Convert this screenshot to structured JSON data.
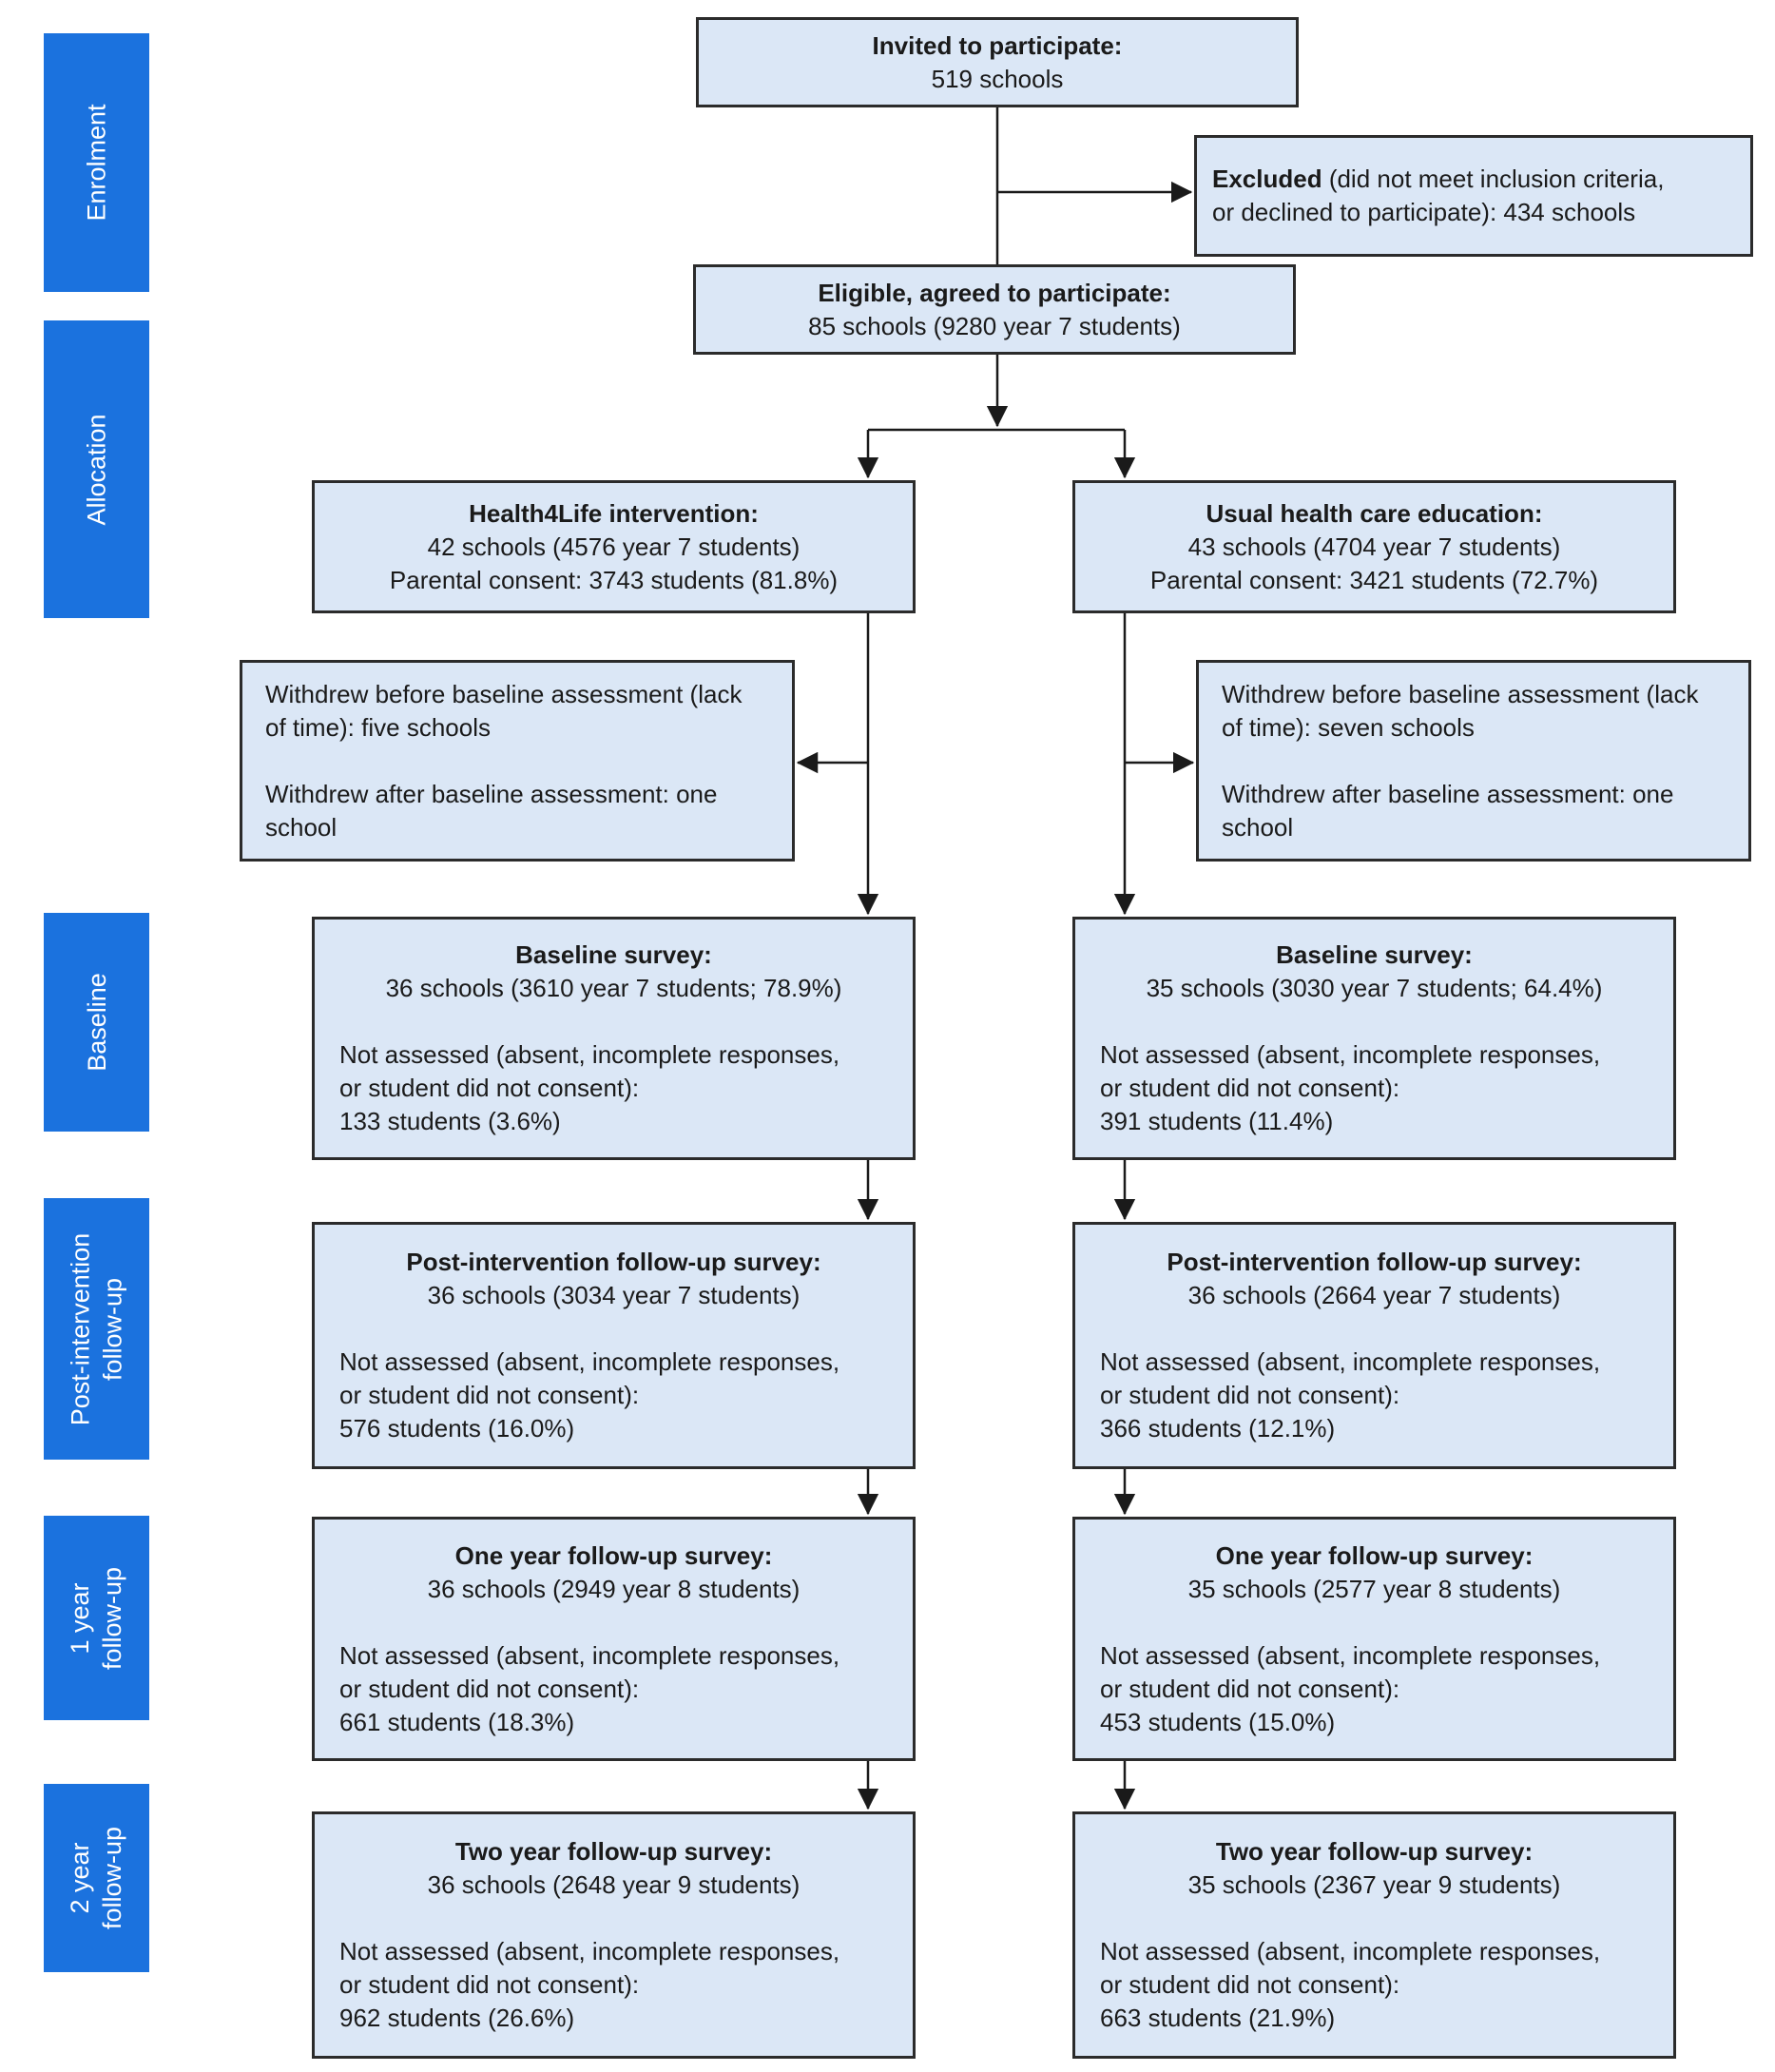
{
  "colors": {
    "rail_blue": "#1b72de",
    "box_fill": "#dbe7f6",
    "box_border": "#2b2b2b",
    "line": "#1a1a1a"
  },
  "rails": [
    {
      "id": "enrolment",
      "lines": [
        "Enrolment"
      ]
    },
    {
      "id": "allocation",
      "lines": [
        "Allocation"
      ]
    },
    {
      "id": "baseline",
      "lines": [
        "Baseline"
      ]
    },
    {
      "id": "post_intervention_follow_up",
      "lines": [
        "Post-intervention",
        "follow-up"
      ]
    },
    {
      "id": "one_year_follow_up",
      "lines": [
        "1 year",
        "follow-up"
      ]
    },
    {
      "id": "two_year_follow_up",
      "lines": [
        "2 year",
        "follow-up"
      ]
    }
  ],
  "boxes": {
    "invited": {
      "title": "Invited to participate:",
      "line": "519 schools"
    },
    "excluded": {
      "line1_lead": "Excluded",
      "line1_rest": " (did not meet inclusion criteria,",
      "line2": "or declined to participate): 434 schools"
    },
    "eligible": {
      "title": "Eligible, agreed to participate:",
      "line": "85 schools (9280 year 7 students)"
    },
    "allocation": [
      {
        "title": "Health4Life intervention:",
        "line1": "42 schools (4576 year 7 students)",
        "line2": "Parental consent: 3743 students (81.8%)"
      },
      {
        "title": "Usual health care education:",
        "line1": "43 schools (4704 year 7 students)",
        "line2": "Parental consent: 3421 students (72.7%)"
      }
    ],
    "withdrew": [
      {
        "para1": "Withdrew before baseline assessment (lack of time): five schools",
        "para2": "Withdrew after baseline assessment: one school"
      },
      {
        "para1": "Withdrew before baseline assessment (lack of time): seven schools",
        "para2": "Withdrew after baseline assessment: one school"
      }
    ],
    "surveys": [
      {
        "title": "Baseline survey:",
        "line": "36 schools (3610 year 7 students; 78.9%)",
        "not_assessed": "Not assessed (absent, incomplete responses, or student did not consent):",
        "count": "133 students (3.6%)"
      },
      {
        "title": "Baseline survey:",
        "line": "35 schools (3030 year 7 students; 64.4%)",
        "not_assessed": "Not assessed (absent, incomplete responses, or student did not consent):",
        "count": "391 students (11.4%)"
      },
      {
        "title": "Post-intervention follow-up survey:",
        "line": "36 schools (3034 year 7 students)",
        "not_assessed": "Not assessed (absent, incomplete responses, or student did not consent):",
        "count": "576 students (16.0%)"
      },
      {
        "title": "Post-intervention follow-up survey:",
        "line": "36 schools (2664 year 7 students)",
        "not_assessed": "Not assessed (absent, incomplete responses, or student did not consent):",
        "count": "366 students (12.1%)"
      },
      {
        "title": "One year follow-up survey:",
        "line": "36 schools (2949 year 8 students)",
        "not_assessed": "Not assessed (absent, incomplete responses, or student did not consent):",
        "count": "661 students (18.3%)"
      },
      {
        "title": "One year follow-up survey:",
        "line": "35 schools (2577 year 8 students)",
        "not_assessed": "Not assessed (absent, incomplete responses, or student did not consent):",
        "count": "453 students (15.0%)"
      },
      {
        "title": "Two year follow-up survey:",
        "line": "36 schools (2648 year 9 students)",
        "not_assessed": "Not assessed (absent, incomplete responses, or student did not consent):",
        "count": "962 students (26.6%)"
      },
      {
        "title": "Two year follow-up survey:",
        "line": "35 schools (2367 year 9 students)",
        "not_assessed": "Not assessed (absent, incomplete responses, or student did not consent):",
        "count": "663 students (21.9%)"
      }
    ]
  }
}
